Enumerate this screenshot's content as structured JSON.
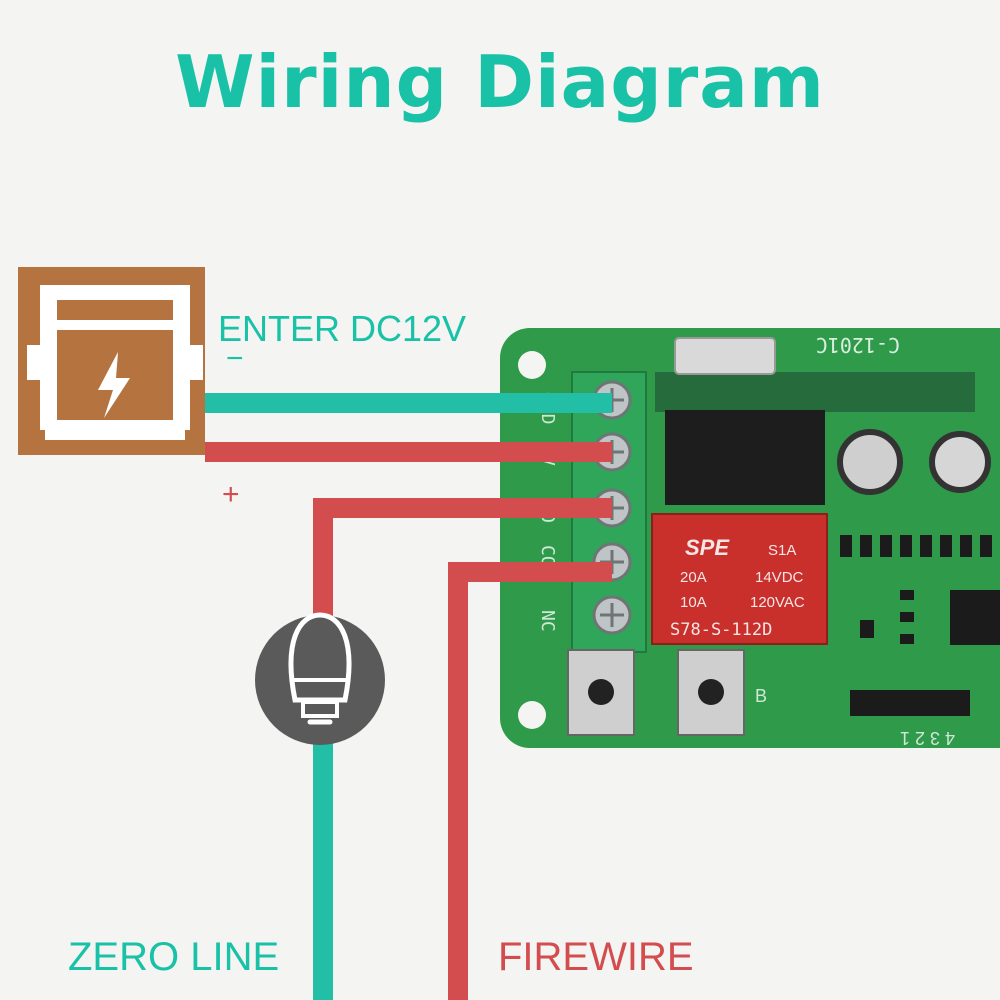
{
  "title": "Wiring Diagram",
  "labels": {
    "enter": "ENTER DC12V",
    "minus": "−",
    "plus": "+",
    "zero_line": "ZERO LINE",
    "firewire": "FIREWIRE"
  },
  "pcb": {
    "model": "C-1201C",
    "relay_brand": "SPE",
    "relay_code": "S1A",
    "relay_rating_1a": "20A",
    "relay_rating_1b": "14VDC",
    "relay_rating_2a": "10A",
    "relay_rating_2b": "120VAC",
    "relay_part": "S78-S-112D",
    "terminals": [
      "GND",
      "V",
      "O",
      "COM",
      "NC"
    ],
    "button_b": "B",
    "header_pins": "4 3 2 1"
  },
  "colors": {
    "title": "#19c1a7",
    "teal_wire": "#22bfa6",
    "red_wire": "#d34d4f",
    "power_brown": "#b5743f",
    "pcb_green": "#2f9a4a",
    "bulb_gray": "#5a5a5a"
  },
  "icons": {
    "power_supply": "power-supply-icon",
    "lightning": "lightning-icon",
    "bulb": "light-bulb-icon"
  }
}
